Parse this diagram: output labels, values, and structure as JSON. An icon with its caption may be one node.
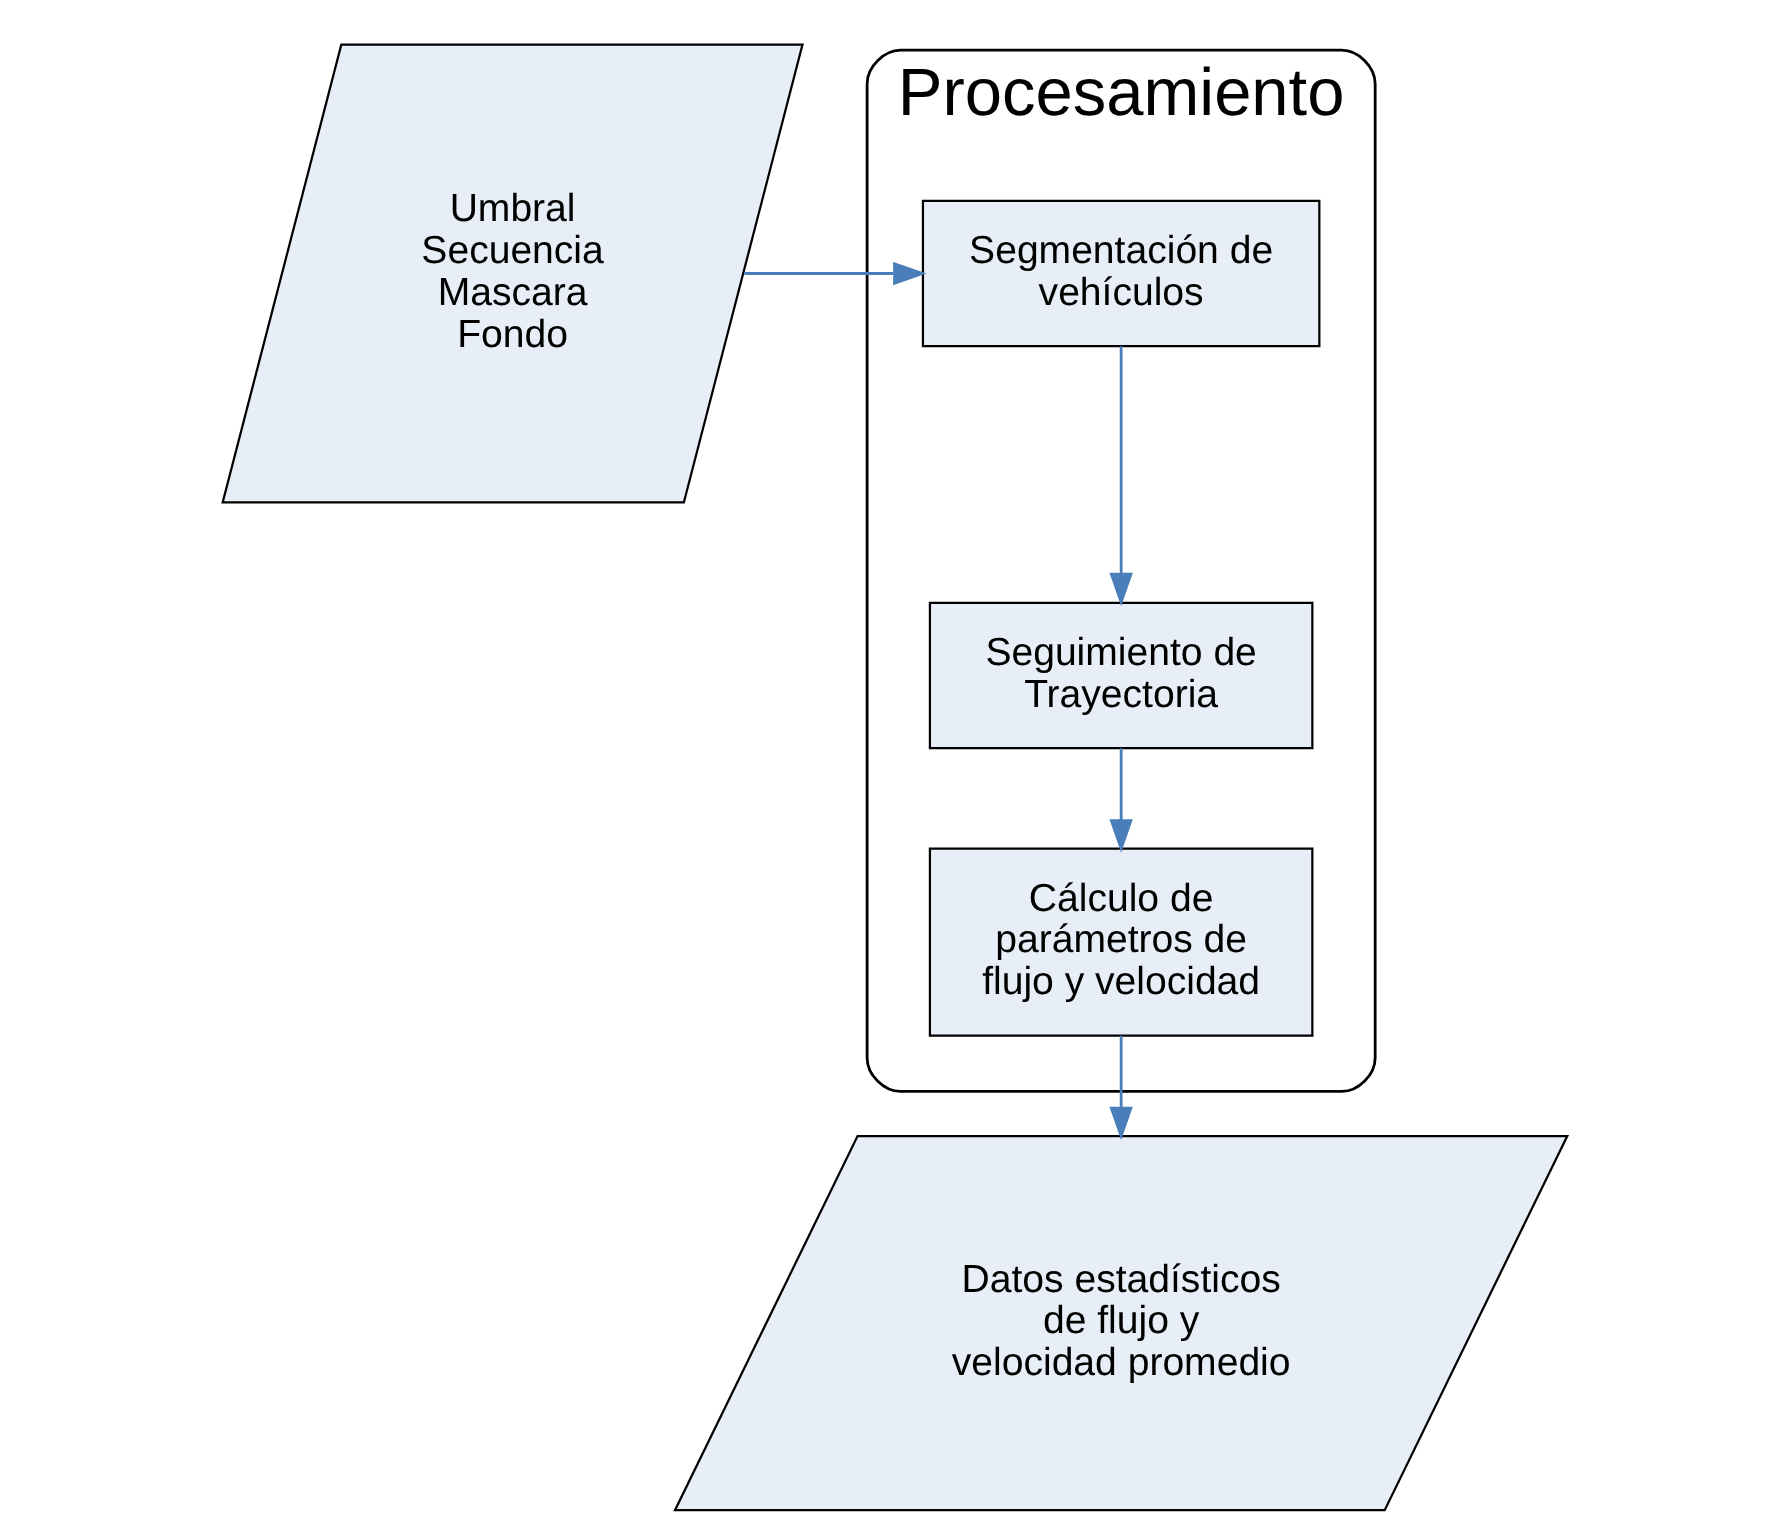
{
  "diagram": {
    "nodes": [
      {
        "text": [
          "Umbral Secuencia Mascara Fondo"
        ]
      },
      {
        "text": [
          "Procesamiento"
        ]
      },
      {
        "text": [
          "Segmentación de vehículos"
        ],
        "in": 1
      },
      {
        "text": [
          "Seguimiento de Trayectoria"
        ],
        "in": 1
      },
      {
        "text": [
          "Cálculo de parámetros de flujo y velocidad"
        ],
        "in": 1
      },
      {
        "text": [
          "Datos estadísticos de flujo y velocidad promedio"
        ]
      }
    ],
    "edges": [
      {
        "from": 0,
        "to": 2,
        "arrow": "to"
      },
      {
        "from": 2,
        "to": 3,
        "arrow": "to"
      },
      {
        "from": 3,
        "to": 4,
        "arrow": "to"
      },
      {
        "from": 4,
        "to": 5,
        "arrow": "to"
      }
    ]
  }
}
